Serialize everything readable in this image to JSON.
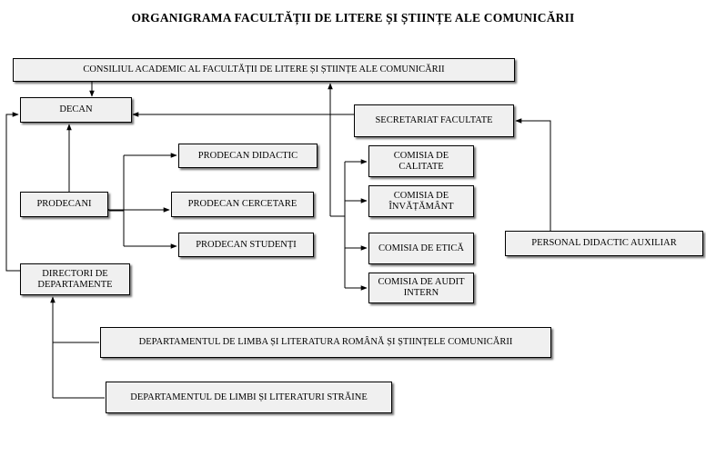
{
  "title": "ORGANIGRAMA FACULTĂȚII DE LITERE ȘI ȘTIINȚE ALE COMUNICĂRII",
  "nodes": {
    "consiliul": "CONSILIUL ACADEMIC AL FACULTĂȚII DE LITERE ȘI ȘTIINȚE ALE COMUNICĂRII",
    "decan": "DECAN",
    "secretariat": "SECRETARIAT FACULTATE",
    "prodecan_didactic": "PRODECAN DIDACTIC",
    "prodecani": "PRODECANI",
    "prodecan_cercetare": "PRODECAN CERCETARE",
    "prodecan_studenti": "PRODECAN STUDENȚI",
    "comisia_calitate": "COMISIA DE CALITATE",
    "comisia_invatamant": "COMISIA DE ÎNVĂȚĂMÂNT",
    "comisia_etica": "COMISIA DE ETICĂ",
    "comisia_audit": "COMISIA DE AUDIT INTERN",
    "personal": "PERSONAL DIDACTIC AUXILIAR",
    "directori": "DIRECTORI DE DEPARTAMENTE",
    "dept_romana": "DEPARTAMENTUL DE LIMBA ȘI LITERATURA ROMÂNĂ ȘI ȘTIINȚELE COMUNICĂRII",
    "dept_straine": "DEPARTAMENTUL DE LIMBI ȘI LITERATURI STRĂINE"
  },
  "colors": {
    "box_fill": "#f0f0f0",
    "line": "#000000"
  }
}
